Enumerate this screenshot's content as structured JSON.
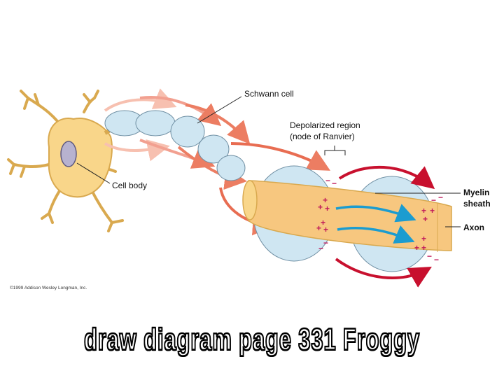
{
  "labels": {
    "schwann_cell": "Schwann cell",
    "depolarized_line1": "Depolarized region",
    "depolarized_line2": "(node of Ranvier)",
    "cell_body": "Cell body",
    "myelin_line1": "Myelin",
    "myelin_line2": "sheath",
    "axon": "Axon"
  },
  "copyright": "©1999 Addison Wesley Longman, Inc.",
  "caption": "draw diagram page 331 Froggy",
  "charges": {
    "plus": "+",
    "minus": "−"
  },
  "colors": {
    "cell": "#f9d68a",
    "cell_outline": "#d9a94f",
    "axon": "#f7c77f",
    "myelin": "#cfe6f2",
    "myelin_outline": "#6f8fa3",
    "current_arrow_red": "#c8102e",
    "current_arrow_faded": "#f2a090",
    "impulse_arrow": "#1b9cd0",
    "charge": "#c0185a"
  }
}
